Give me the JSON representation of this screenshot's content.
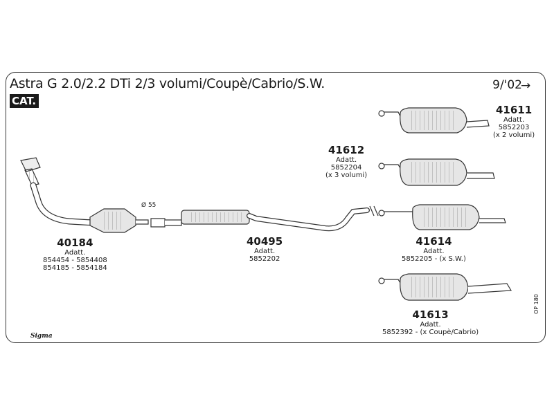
{
  "title": "Astra G 2.0/2.2 DTi 2/3 volumi/Coupè/Cabrio/S.W.",
  "date": "9/'02",
  "arrow": "→",
  "badge": "CAT.",
  "pipe_diameter": "Ø 55",
  "sheet_code": "OP 180",
  "logo_text": "Sigma",
  "parts": {
    "p40184": {
      "code": "40184",
      "line1": "Adatt.",
      "line2": "854454 - 5854408",
      "line3": "854185 - 5854184"
    },
    "p40495": {
      "code": "40495",
      "line1": "Adatt.",
      "line2": "5852202"
    },
    "p41611": {
      "code": "41611",
      "line1": "Adatt.",
      "line2": "5852203",
      "line3": "(x 2 volumi)"
    },
    "p41612": {
      "code": "41612",
      "line1": "Adatt.",
      "line2": "5852204",
      "line3": "(x 3 volumi)"
    },
    "p41614": {
      "code": "41614",
      "line1": "Adatt.",
      "line2": "5852205 - (x S.W.)"
    },
    "p41613": {
      "code": "41613",
      "line1": "Adatt.",
      "line2": "5852392 - (x Coupè/Cabrio)"
    }
  }
}
